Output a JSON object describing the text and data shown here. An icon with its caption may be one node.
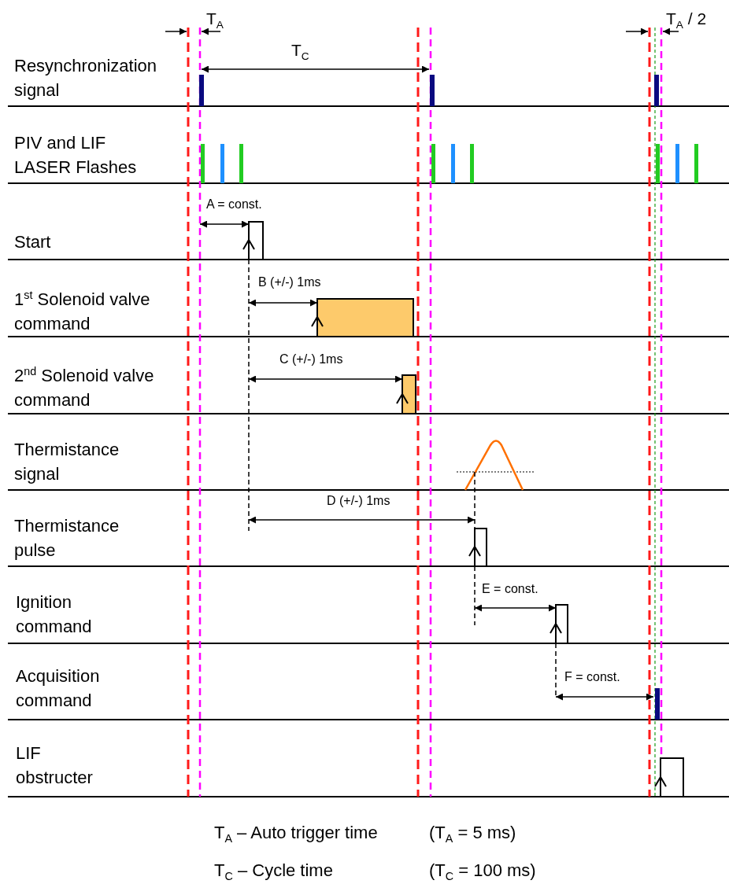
{
  "diagram": {
    "labels": [
      "T$_{A}$",
      "T$_{A}$ / 2",
      "T$_{C}$",
      "Resynchronization signal",
      "PIV and LIF LASER Flashes",
      "A = const.",
      "Start",
      "B (+/-) 1ms",
      "1$^{st}$ Solenoid valve command",
      "C (+/-) 1ms",
      "2$^{nd}$ Solenoid valve command",
      "Thermistance signal",
      "D (+/-) 1ms",
      "Thermistance pulse",
      "E = const.",
      "Ignition command",
      "F = const.",
      "Acquisition command",
      "LIF obstructer",
      "T$_{A}$ – Auto trigger time",
      "(T$_{A}$ = 5 ms)",
      "T$_{C}$ – Cycle time",
      "(T$_{C}$ = 100 ms)"
    ]
  }
}
